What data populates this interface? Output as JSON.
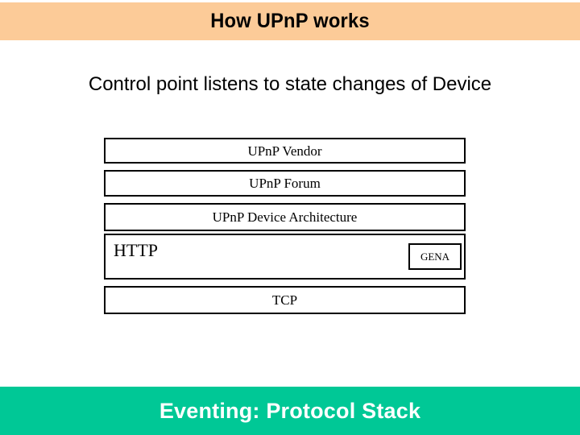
{
  "slide": {
    "title": "How UPnP works",
    "subtitle": "Control point listens to state changes of Device",
    "footer": "Eventing: Protocol Stack",
    "colors": {
      "title_band": "#fccb98",
      "footer_band": "#00c896",
      "footer_text": "#ffffff",
      "box_border": "#000000",
      "background": "#ffffff",
      "text": "#000000"
    }
  },
  "protocol_stack": {
    "layers": [
      {
        "id": "upnp-vendor",
        "label": "UPnP Vendor",
        "align": "center"
      },
      {
        "id": "upnp-forum",
        "label": "UPnP Forum",
        "align": "center"
      },
      {
        "id": "upnp-device-architecture",
        "label": "UPnP Device Architecture",
        "align": "center"
      },
      {
        "id": "http",
        "label": "HTTP",
        "align": "left"
      },
      {
        "id": "tcp",
        "label": "TCP",
        "align": "center"
      }
    ],
    "sub_boxes": [
      {
        "id": "gena",
        "label": "GENA",
        "parent": "http"
      }
    ]
  }
}
